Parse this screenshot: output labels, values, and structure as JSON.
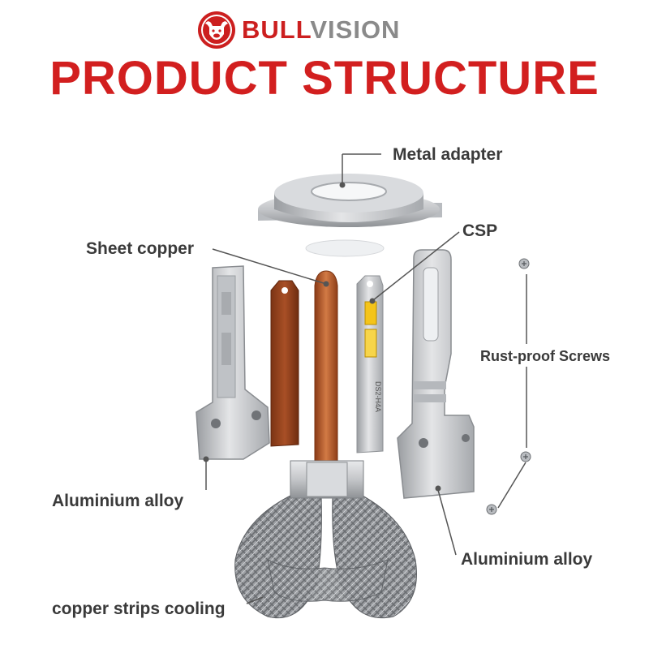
{
  "brand": {
    "name_part_a": "BULL",
    "name_part_b": "VISION",
    "logo_icon": "bull-head-icon",
    "colors": {
      "red": "#cc1f1f",
      "grey": "#8a8a8a"
    }
  },
  "title": "PRODUCT STRUCTURE",
  "labels": {
    "metal_adapter": "Metal adapter",
    "csp": "CSP",
    "sheet_copper": "Sheet copper",
    "rust_proof_screws": "Rust-proof Screws",
    "aluminium_alloy_left": "Aluminium alloy",
    "aluminium_alloy_right": "Aluminium alloy",
    "copper_strips_cooling": "copper strips cooling"
  },
  "chip_marking": "DS2-H4A",
  "colors": {
    "title_red": "#d21f1f",
    "label_text": "#3a3a3a",
    "silver": "#c4c6c9",
    "copper": "#b5562b",
    "chip_yellow": "#f4c41a"
  }
}
